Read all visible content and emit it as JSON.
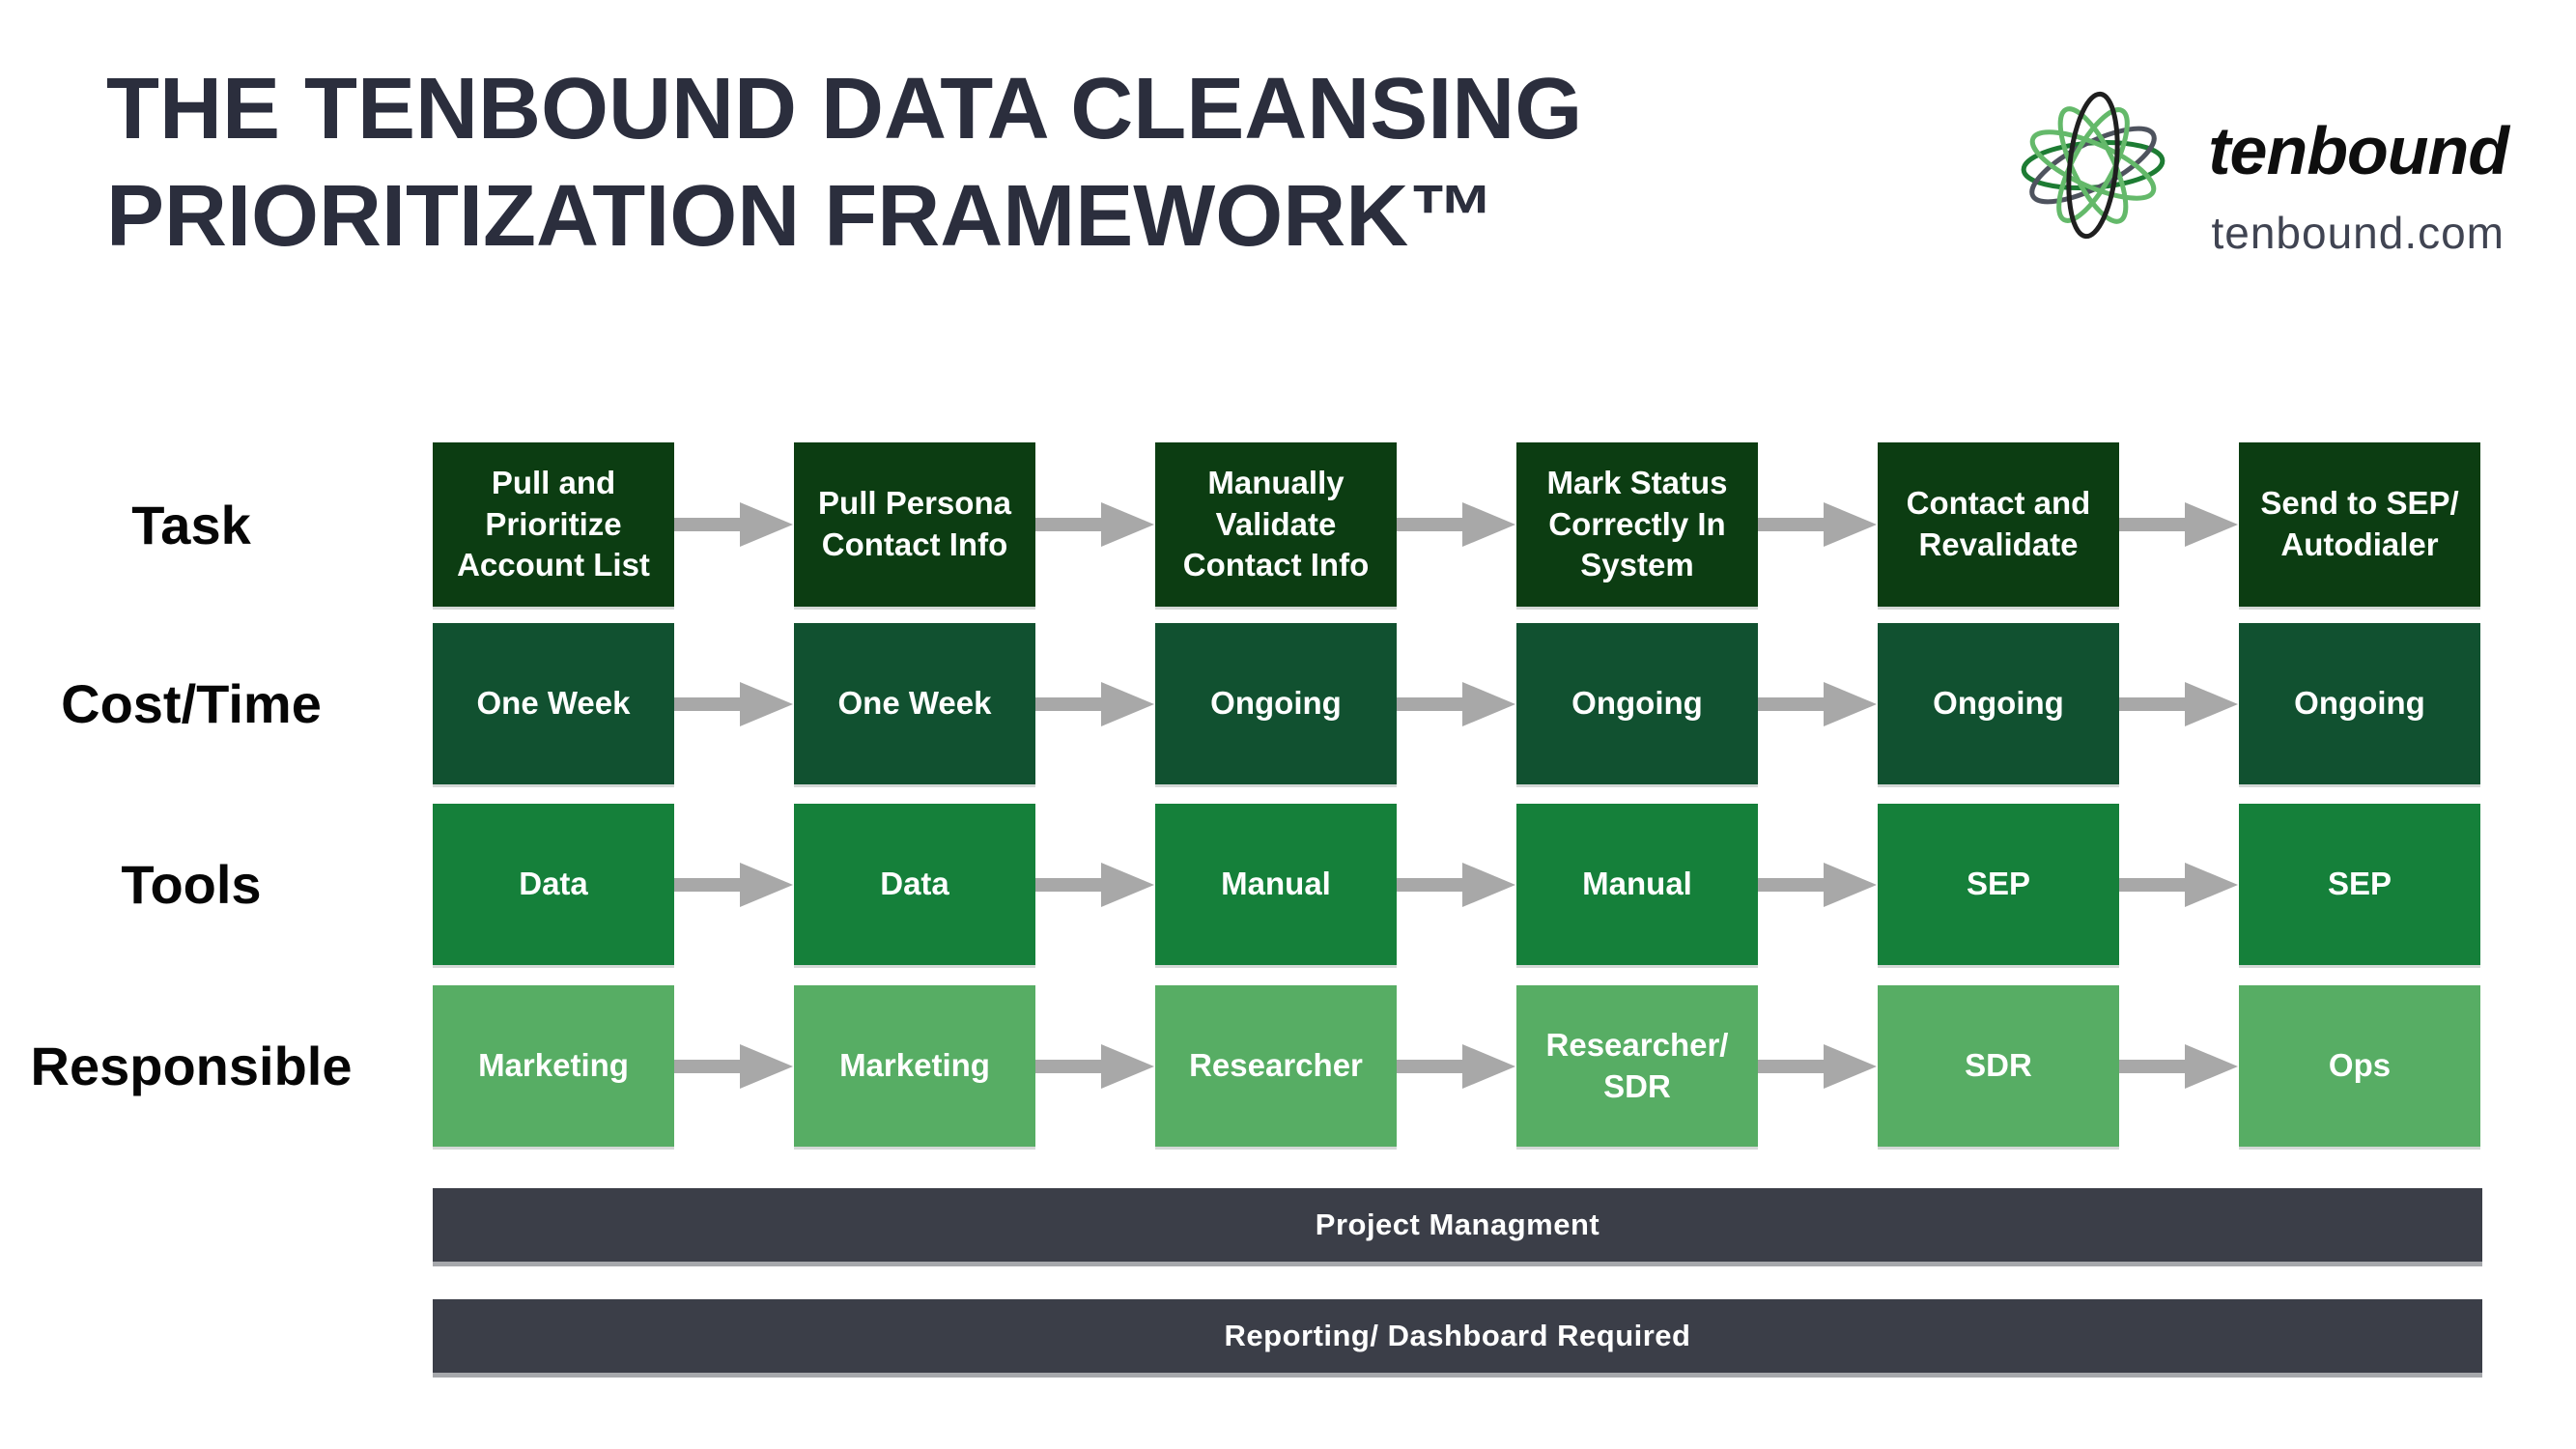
{
  "title": {
    "line1": "THE TENBOUND DATA CLEANSING",
    "line2": "PRIORITIZATION FRAMEWORK™"
  },
  "logo": {
    "brand": "tenbound",
    "site": "tenbound.com",
    "icon": "atom-orbits-icon"
  },
  "grid": {
    "rows": [
      {
        "label": "Task",
        "cells": [
          "Pull and Prioritize Account List",
          "Pull Persona Contact Info",
          "Manually Validate Contact Info",
          "Mark Status Correctly In System",
          "Contact and Revalidate",
          "Send to SEP/ Autodialer"
        ]
      },
      {
        "label": "Cost/Time",
        "cells": [
          "One Week",
          "One Week",
          "Ongoing",
          "Ongoing",
          "Ongoing",
          "Ongoing"
        ]
      },
      {
        "label": "Tools",
        "cells": [
          "Data",
          "Data",
          "Manual",
          "Manual",
          "SEP",
          "SEP"
        ]
      },
      {
        "label": "Responsible",
        "cells": [
          "Marketing",
          "Marketing",
          "Researcher",
          "Researcher/ SDR",
          "SDR",
          "Ops"
        ]
      }
    ]
  },
  "banners": {
    "project": "Project Managment",
    "reporting": "Reporting/ Dashboard Required"
  },
  "colors": {
    "title_text": "#2b2e3d",
    "row_task": "#0c3d12",
    "row_cost_time": "#115130",
    "row_tools": "#15803a",
    "row_responsible": "#57ad64",
    "banner": "#3b3e48",
    "arrow": "#a8a8a8",
    "cell_text": "#ffffff",
    "logo_light_green": "#64b96a",
    "logo_dark_green": "#1d7c33",
    "logo_slate": "#4e535e",
    "logo_black": "#1f1f1f",
    "site_text": "#404452"
  }
}
